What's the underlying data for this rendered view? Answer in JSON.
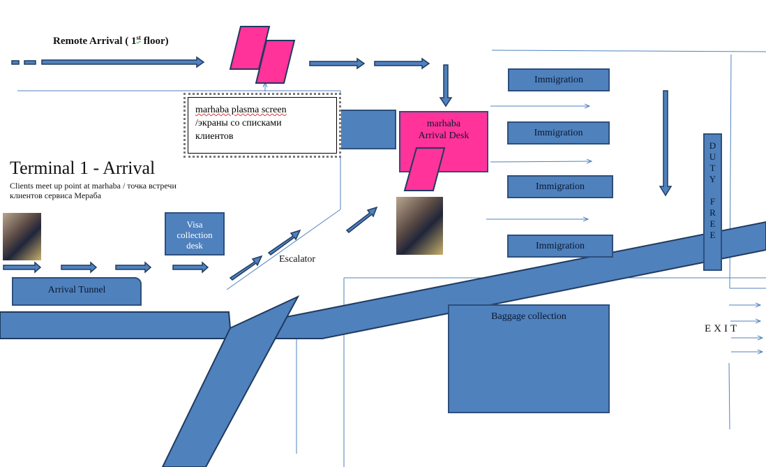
{
  "title": "Terminal 1  -  Arrival",
  "subtitle_line1": "Clients meet up point at marhaba / точка встречи",
  "subtitle_line2": "клиентов сервиса Мераба",
  "remote_arrival": "Remote Arrival ( 1",
  "remote_arrival_sup": "st",
  "remote_arrival_end": " floor)",
  "plasma_note": {
    "line1": "marhaba  plasma screen",
    "line2": "/экраны со списками",
    "line3": "клиентов"
  },
  "arrival_desk": {
    "line1": "marhaba",
    "line2": "Arrival Desk"
  },
  "immigration": [
    "Immigration",
    "Immigration",
    "Immigration",
    "Immigration"
  ],
  "visa_desk": {
    "line1": "Visa",
    "line2": "collection",
    "line3": "desk"
  },
  "arrival_tunnel": "Arrival Tunnel",
  "escalator": "Escalator",
  "baggage": "Baggage collection",
  "duty_free": [
    "D",
    "U",
    "T",
    "Y",
    "",
    "F",
    "R",
    "E",
    "E"
  ],
  "exit": "EXIT",
  "colors": {
    "blue": "#4f81bd",
    "pink": "#ff3399",
    "outline": "#2d4f7c"
  }
}
